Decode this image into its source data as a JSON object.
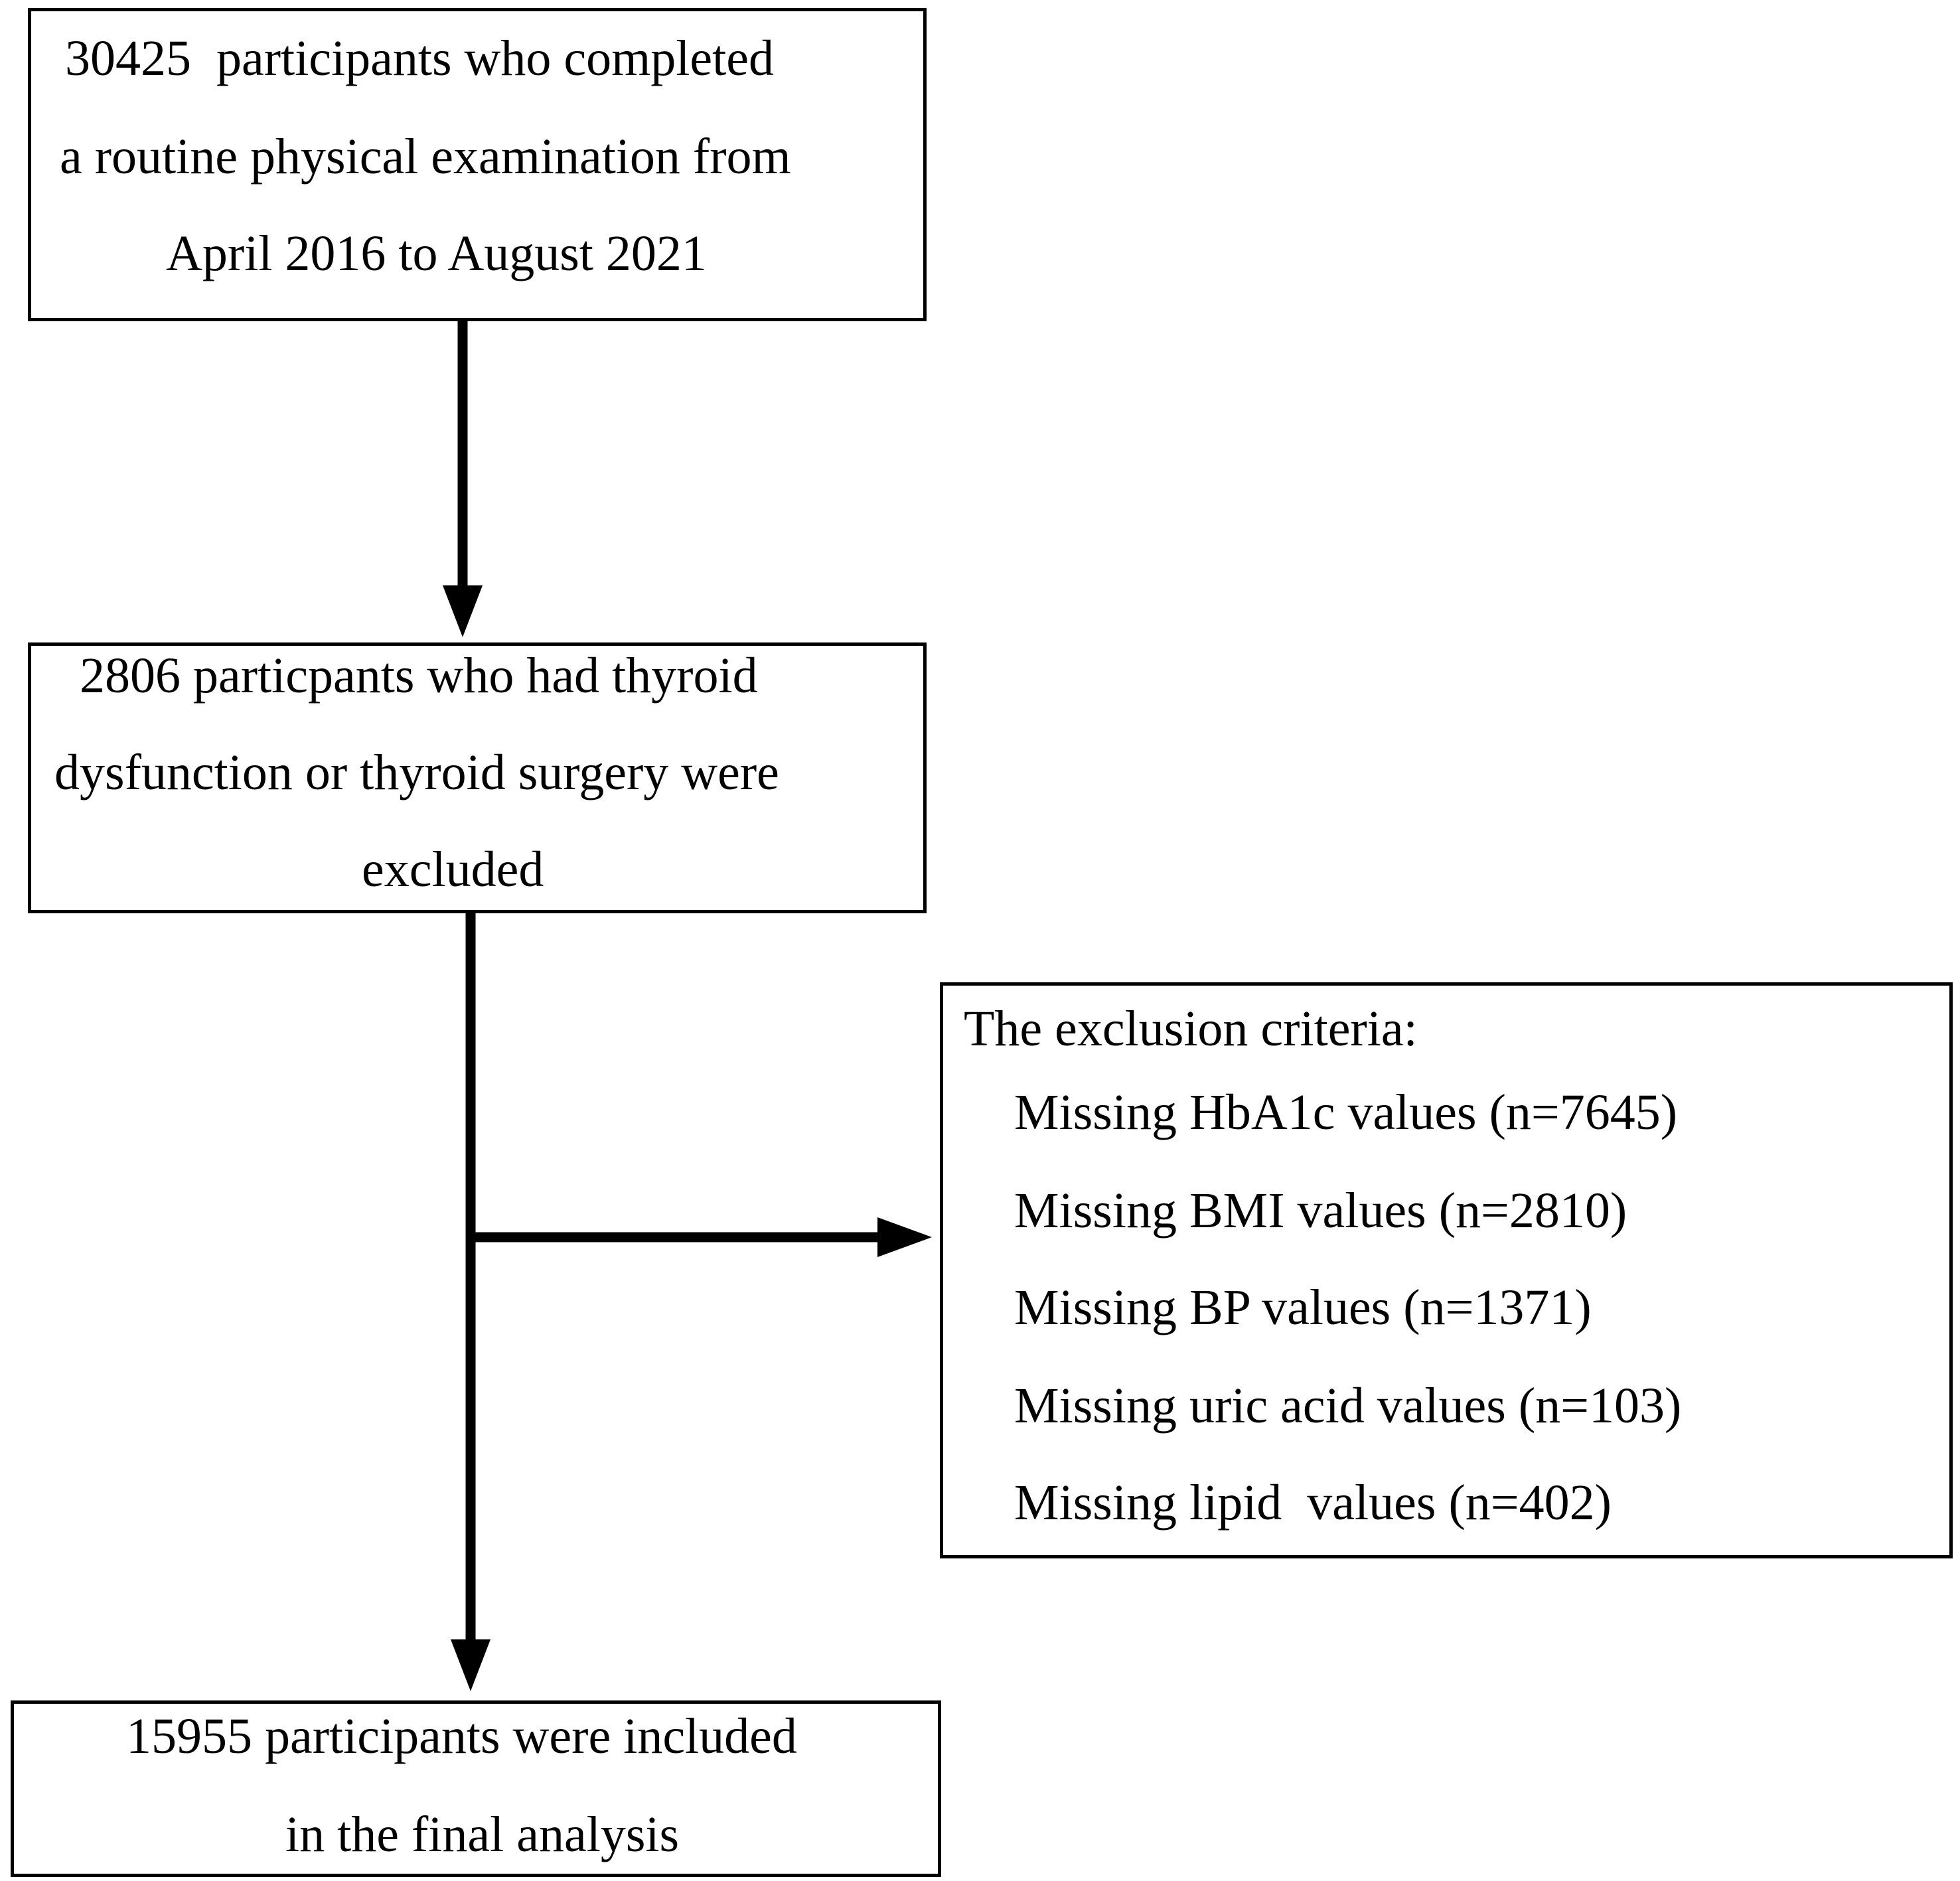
{
  "boxes": {
    "start": {
      "lines": [
        "30425  participants who completed",
        "a routine physical examination from",
        "April 2016 to August 2021"
      ]
    },
    "excluded_thyroid": {
      "lines": [
        "2806 particpants who had thyroid",
        "dysfunction or thyroid surgery were",
        "excluded"
      ]
    },
    "exclusion_criteria": {
      "heading": "The exclusion criteria:",
      "items": [
        "Missing HbA1c values (n=7645)",
        "Missing BMI values (n=2810)",
        "Missing BP values (n=1371)",
        "Missing uric acid values (n=103)",
        "Missing lipid  values (n=402)"
      ]
    },
    "final": {
      "lines": [
        "15955 participants were included",
        "in the final analysis"
      ]
    }
  },
  "colors": {
    "stroke": "#000000",
    "background": "#ffffff"
  }
}
